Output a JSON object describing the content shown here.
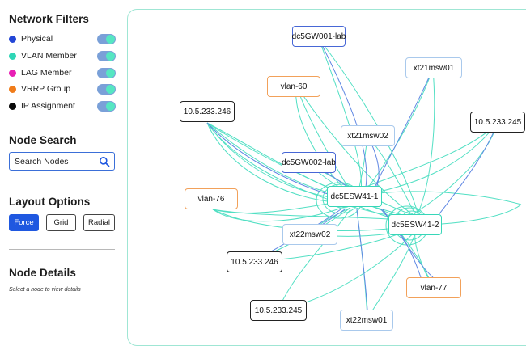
{
  "sidebar": {
    "filters_title": "Network Filters",
    "filters": [
      {
        "label": "Physical",
        "color": "#2346d6",
        "enabled": true
      },
      {
        "label": "VLAN Member",
        "color": "#2fd6b6",
        "enabled": true
      },
      {
        "label": "LAG Member",
        "color": "#e81fb4",
        "enabled": true
      },
      {
        "label": "VRRP Group",
        "color": "#f07c1a",
        "enabled": true
      },
      {
        "label": "IP Assignment",
        "color": "#0a0a0a",
        "enabled": true
      }
    ],
    "search_title": "Node Search",
    "search_placeholder": "Search Nodes",
    "layout_title": "Layout Options",
    "layout_buttons": [
      {
        "label": "Force",
        "active": true
      },
      {
        "label": "Grid",
        "active": false
      },
      {
        "label": "Radial",
        "active": false
      }
    ],
    "details_title": "Node Details",
    "details_hint": "Select a node to view details"
  },
  "graph": {
    "nodes": {
      "gw001": {
        "label": "dc5GW001-lab",
        "kind": "gateway"
      },
      "vlan60": {
        "label": "vlan-60",
        "kind": "vlan"
      },
      "xt21a": {
        "label": "xt21msw01",
        "kind": "switch"
      },
      "ip246a": {
        "label": "10.5.233.246",
        "kind": "ip"
      },
      "ip245a": {
        "label": "10.5.233.245",
        "kind": "ip"
      },
      "xt21b": {
        "label": "xt21msw02",
        "kind": "switch"
      },
      "gw002": {
        "label": "dc5GW002-lab",
        "kind": "gateway"
      },
      "vlan76": {
        "label": "vlan-76",
        "kind": "vlan"
      },
      "esw1": {
        "label": "dc5ESW41-1",
        "kind": "core"
      },
      "esw2": {
        "label": "dc5ESW41-2",
        "kind": "core"
      },
      "xt22b": {
        "label": "xt22msw02",
        "kind": "switch"
      },
      "ip246b": {
        "label": "10.5.233.246",
        "kind": "ip"
      },
      "vlan77": {
        "label": "vlan-77",
        "kind": "vlan"
      },
      "ip245b": {
        "label": "10.5.233.245",
        "kind": "ip"
      },
      "xt22a": {
        "label": "xt22msw01",
        "kind": "switch"
      }
    }
  }
}
